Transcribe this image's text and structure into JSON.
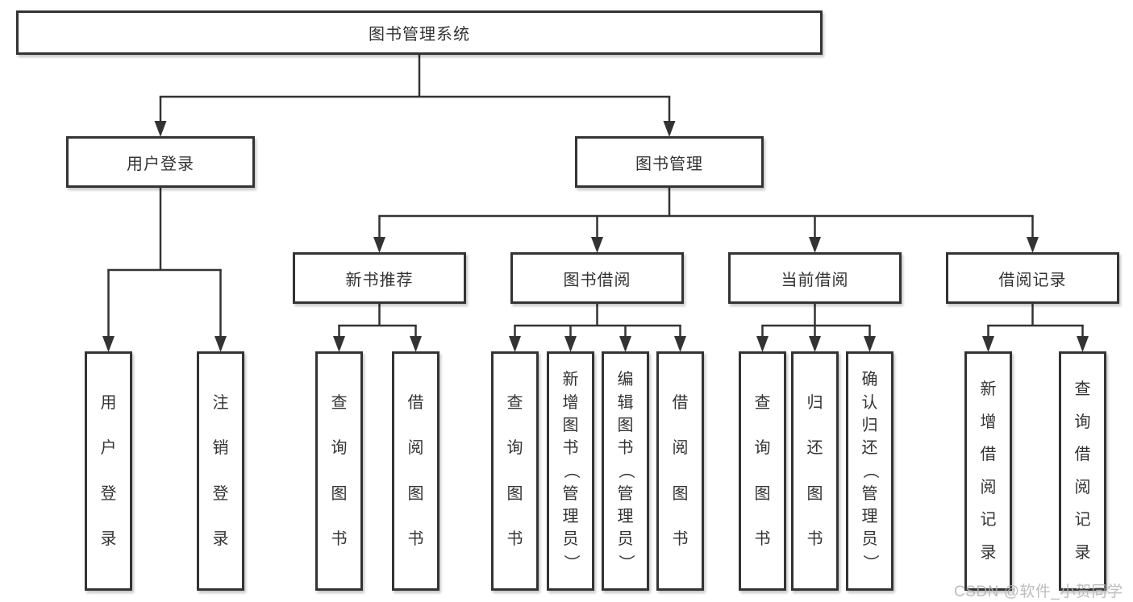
{
  "colors": {
    "line": "#333333",
    "box_border": "#333333",
    "box_fill": "#ffffff",
    "text": "#333333",
    "watermark": "#b2b2b2",
    "background": "#ffffff"
  },
  "tree": {
    "label": "图书管理系统",
    "children": [
      {
        "label": "用户登录",
        "children": [
          {
            "label": "用户登录"
          },
          {
            "label": "注销登录"
          }
        ]
      },
      {
        "label": "图书管理",
        "children": [
          {
            "label": "新书推荐",
            "children": [
              {
                "label": "查询图书"
              },
              {
                "label": "借阅图书"
              }
            ]
          },
          {
            "label": "图书借阅",
            "children": [
              {
                "label": "查询图书"
              },
              {
                "label": "新增图书（管理员）"
              },
              {
                "label": "编辑图书（管理员）"
              },
              {
                "label": "借阅图书"
              }
            ]
          },
          {
            "label": "当前借阅",
            "children": [
              {
                "label": "查询图书"
              },
              {
                "label": "归还图书"
              },
              {
                "label": "确认归还（管理员）"
              }
            ]
          },
          {
            "label": "借阅记录",
            "children": [
              {
                "label": "新增借阅记录"
              },
              {
                "label": "查询借阅记录"
              }
            ]
          }
        ]
      }
    ]
  },
  "watermark": {
    "text": "CSDN @软件_小贺同学"
  }
}
